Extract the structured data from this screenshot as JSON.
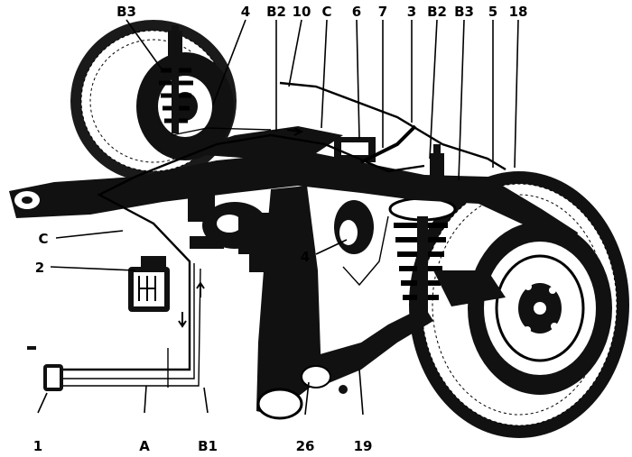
{
  "callouts": {
    "top": [
      "B3",
      "4",
      "B2",
      "10",
      "C",
      "6",
      "7",
      "3",
      "B2",
      "B3",
      "5",
      "18"
    ],
    "left_c": "C",
    "left_2": "2",
    "mid_4": "4",
    "bottom": [
      "1",
      "A",
      "B1",
      "26",
      "19"
    ]
  }
}
